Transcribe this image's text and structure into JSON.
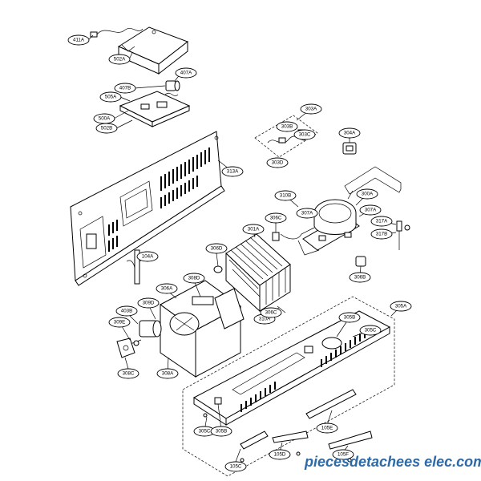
{
  "labels": {
    "l411A": "411A",
    "l502A": "502A",
    "l407A": "407A",
    "l407B": "407B",
    "l505A": "505A",
    "l500A": "500A",
    "l502B": "502B",
    "l303A": "303A",
    "l303B": "303B",
    "l303C": "303C",
    "l303D": "303D",
    "l304A": "304A",
    "l313A": "313A",
    "l310B": "310B",
    "l306C_top": "306C",
    "l307A": "307A",
    "l300A": "300A",
    "l307A_b": "307A",
    "l317A": "317A",
    "l317B": "317B",
    "l301A": "301A",
    "l306D": "306D",
    "l306B": "306B",
    "l104A": "104A",
    "l306A": "306A",
    "l308D": "308D",
    "l309D": "309D",
    "l403B": "403B",
    "l310A": "310A",
    "l306C": "306C",
    "l305A": "305A",
    "l305B": "305B",
    "l305C_r": "305C",
    "l309E": "309E",
    "l308C": "308C",
    "l308A": "308A",
    "l305C": "305C",
    "l305B_b": "305B",
    "l105E": "105E",
    "l105D": "105D",
    "l105F": "105F",
    "l105C": "105C"
  },
  "watermark": "piecesdetachees elec.com"
}
